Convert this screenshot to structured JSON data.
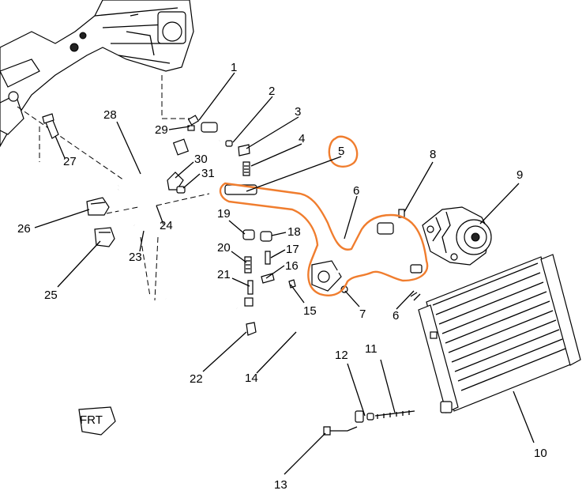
{
  "callouts": [
    "1",
    "2",
    "3",
    "4",
    "5",
    "6",
    "7",
    "8",
    "9",
    "10",
    "11",
    "12",
    "13",
    "14",
    "15",
    "16",
    "17",
    "18",
    "19",
    "20",
    "21",
    "22",
    "23",
    "24",
    "25",
    "26",
    "27",
    "28",
    "29",
    "30",
    "31",
    "6"
  ],
  "highlight_color": "#f07d2e",
  "fwd_label": "FRT"
}
